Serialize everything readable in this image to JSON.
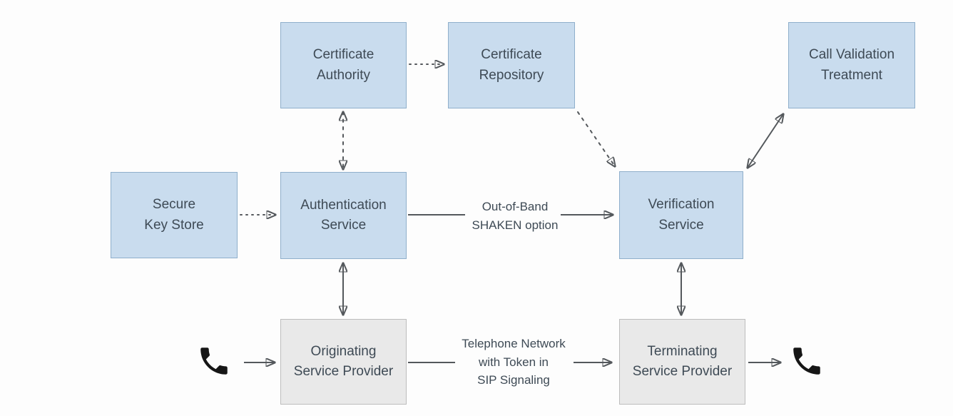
{
  "nodes": {
    "certificate_authority": "Certificate\nAuthority",
    "certificate_repository": "Certificate\nRepository",
    "call_validation_treatment": "Call Validation\nTreatment",
    "secure_key_store": "Secure\nKey Store",
    "authentication_service": "Authentication\nService",
    "verification_service": "Verification\nService",
    "originating_service_provider": "Originating\nService Provider",
    "terminating_service_provider": "Terminating\nService Provider"
  },
  "edge_labels": {
    "out_of_band": "Out-of-Band\nSHAKEN option",
    "telephone_network": "Telephone Network\nwith Token in\nSIP Signaling"
  },
  "icons": {
    "left_phone": "phone-handset-icon",
    "right_phone": "phone-handset-icon"
  },
  "colors": {
    "background": "#fdfdfd",
    "node_blue_fill": "#c9dcee",
    "node_blue_border": "#8fafcb",
    "node_gray_fill": "#e9e9e9",
    "node_gray_border": "#bdbdbd",
    "arrow": "#54585c",
    "text": "#3e4a55",
    "phone": "#161616"
  }
}
